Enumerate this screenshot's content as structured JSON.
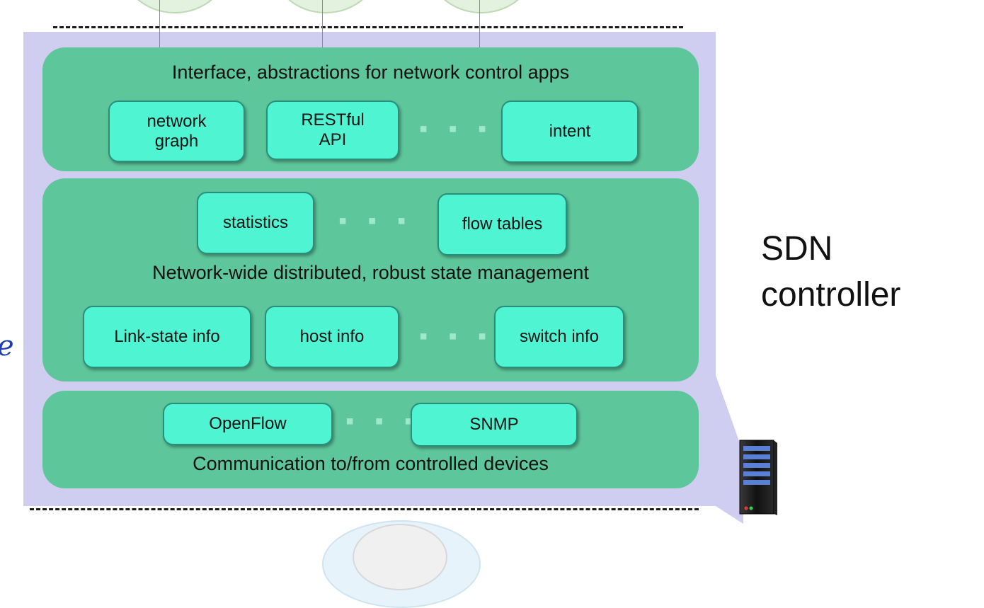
{
  "layers": {
    "top": {
      "title": "Interface, abstractions for network control apps",
      "items": [
        "network\ngraph",
        "RESTful\nAPI",
        "intent"
      ]
    },
    "middle": {
      "title": "Network-wide distributed, robust  state management",
      "top_items": [
        "statistics",
        "flow tables"
      ],
      "bottom_items": [
        "Link-state info",
        "host info",
        "switch info"
      ]
    },
    "bottom": {
      "title": "Communication to/from controlled devices",
      "items": [
        "OpenFlow",
        "SNMP"
      ]
    }
  },
  "ellipsis": "▪ ▪ ▪",
  "side_label": {
    "line1": "SDN",
    "line2": "controller"
  },
  "clipped_letter": "e",
  "colors": {
    "backdrop": "#cfcdf0",
    "layer": "#5ec69b",
    "box": "#4ff5d2",
    "app_circle": "#e3f2de"
  }
}
